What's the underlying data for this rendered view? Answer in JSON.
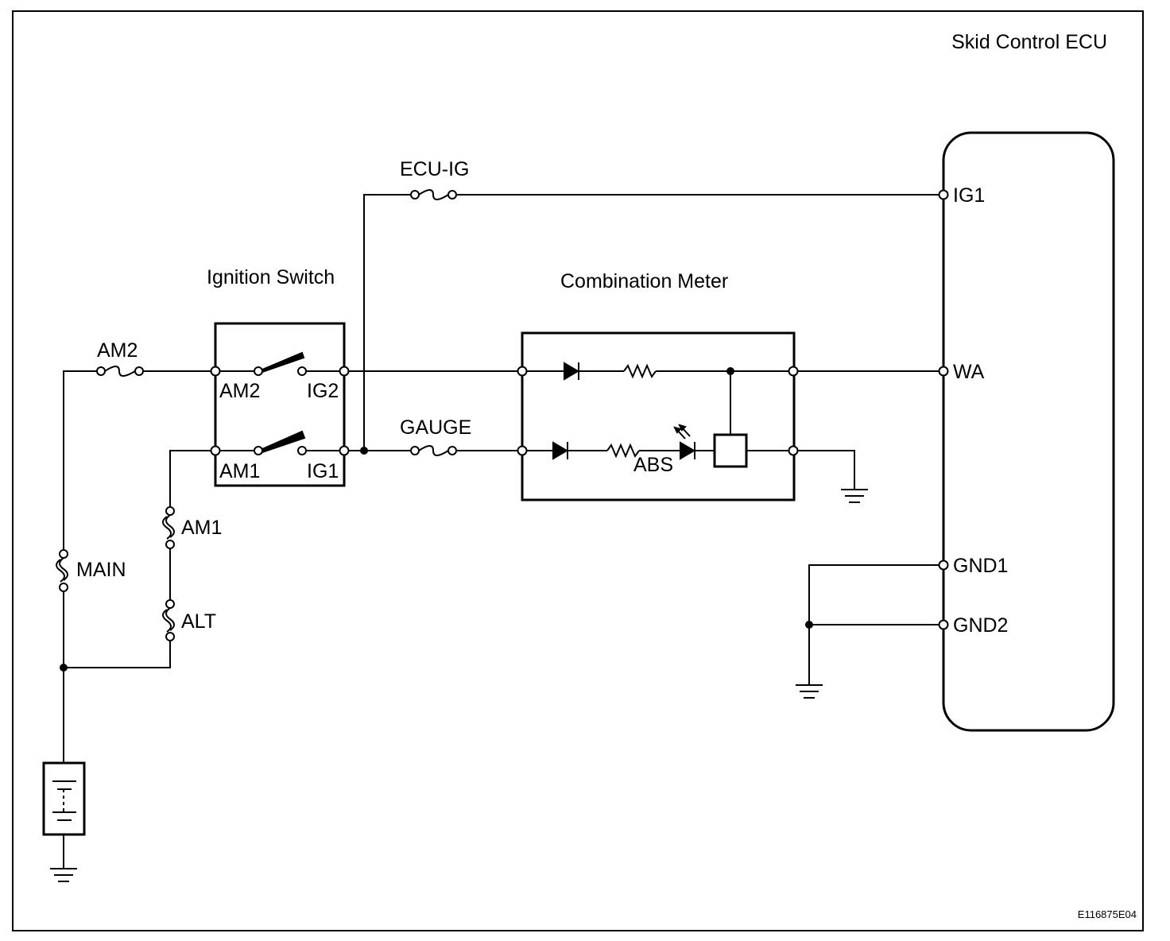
{
  "ecu": {
    "title": "Skid Control ECU",
    "pins": {
      "ig1": "IG1",
      "wa": "WA",
      "gnd1": "GND1",
      "gnd2": "GND2"
    }
  },
  "fuses": {
    "ecu_ig": "ECU-IG",
    "am2": "AM2",
    "gauge": "GAUGE",
    "main": "MAIN",
    "am1": "AM1",
    "alt": "ALT"
  },
  "ignition_switch": {
    "title": "Ignition Switch",
    "terminals": {
      "am2": "AM2",
      "ig2": "IG2",
      "am1": "AM1",
      "ig1": "IG1"
    }
  },
  "combination_meter": {
    "title": "Combination Meter",
    "indicator": "ABS"
  },
  "figure_code": "E116875E04"
}
